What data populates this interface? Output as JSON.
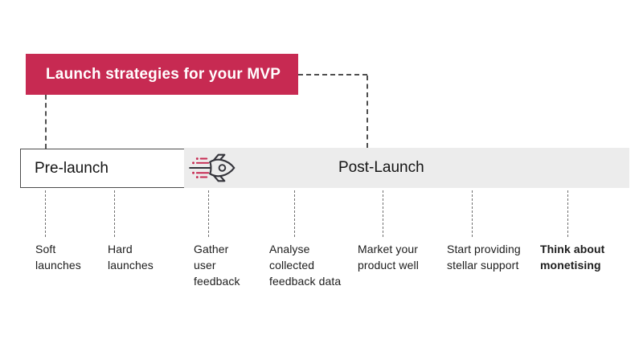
{
  "banner": {
    "title": "Launch strategies for your MVP"
  },
  "phases": {
    "pre_label": "Pre-launch",
    "post_label": "Post-Launch"
  },
  "columns": [
    {
      "label": "Soft\nlaunches",
      "phase": "pre-launch",
      "emphasis": "normal"
    },
    {
      "label": "Hard\nlaunches",
      "phase": "pre-launch",
      "emphasis": "normal"
    },
    {
      "label": "Gather\nuser\nfeedback",
      "phase": "post-launch",
      "emphasis": "normal"
    },
    {
      "label": "Analyse\ncollected\nfeedback data",
      "phase": "post-launch",
      "emphasis": "normal"
    },
    {
      "label": "Market your\nproduct well",
      "phase": "post-launch",
      "emphasis": "normal"
    },
    {
      "label": "Start providing\nstellar support",
      "phase": "post-launch",
      "emphasis": "normal"
    },
    {
      "label": "Think about\nmonetising",
      "phase": "post-launch",
      "emphasis": "bold"
    }
  ],
  "icons": {
    "rocket": "rocket-icon"
  },
  "colors": {
    "accent": "#C72A52",
    "banner_text": "#FFFFFF",
    "post_bar_bg": "#ECECEC",
    "connector_line": "#4F4F4F",
    "column_line": "#6F6F6F",
    "text": "#1C1C1C"
  }
}
